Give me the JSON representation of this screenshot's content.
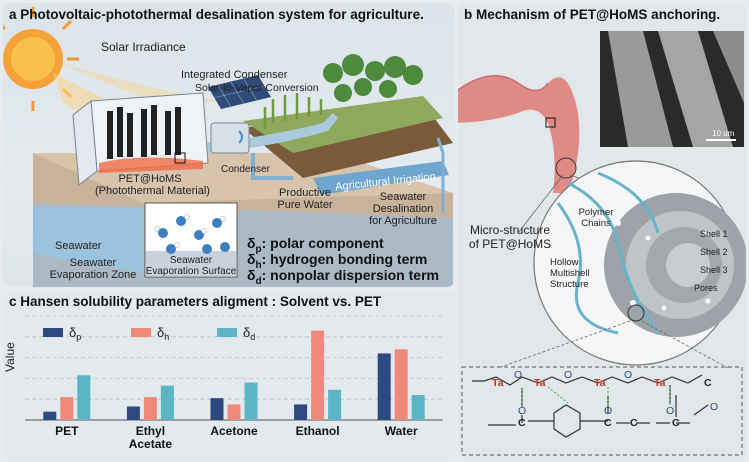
{
  "panel_a": {
    "title": "a Photovoltaic-photothermal desalination system for agriculture.",
    "labels": {
      "solar": "Solar Irradiance",
      "condenser_top": "Integrated Condenser",
      "conversion": "Solar-to-Vapor Conversion",
      "pet_line1": "PET@HoMS",
      "pet_line2": "(Photothermal Material)",
      "condenser": "Condenser",
      "pure_line1": "Productive",
      "pure_line2": "Pure Water",
      "irrigation": "Agricultural Irrigation",
      "desal_line1": "Seawater",
      "desal_line2": "Desalination",
      "desal_line3": "for Agriculture",
      "seawater": "Seawater",
      "zone_line1": "Seawater",
      "zone_line2": "Evaporation Zone",
      "surface_line1": "Seawater",
      "surface_line2": "Evaporation Surface"
    },
    "legend": [
      {
        "symbol": "δ",
        "sub": "p",
        "text": ": polar component"
      },
      {
        "symbol": "δ",
        "sub": "h",
        "text": ": hydrogen bonding term"
      },
      {
        "symbol": "δ",
        "sub": "d",
        "text": ": nonpolar dispersion term"
      }
    ]
  },
  "panel_b": {
    "title": "b Mechanism of PET@HoMS anchoring.",
    "scale_bar": "10 um",
    "micro_line1": "Micro-structure",
    "micro_line2": "of PET@HoMS",
    "labels": {
      "polymer_line1": "Polymer",
      "polymer_line2": "Chains",
      "hollow_line1": "Hollow",
      "hollow_line2": "Multishell",
      "hollow_line3": "Structure",
      "shell1": "Shell 1",
      "shell2": "Shell 2",
      "shell3": "Shell 3",
      "pores": "Pores"
    },
    "chem": {
      "ta": "Ta",
      "o": "O",
      "c": "C"
    }
  },
  "chart_data": {
    "type": "bar",
    "title": "c Hansen solubility parameters aligment : Solvent vs. PET",
    "ylabel": "Value",
    "categories": [
      "PET",
      "Ethyl Acetate",
      "Acetone",
      "Ethanol",
      "Water"
    ],
    "category_lines": [
      [
        "PET"
      ],
      [
        "Ethyl",
        "Acetate"
      ],
      [
        "Acetone"
      ],
      [
        "Ethanol"
      ],
      [
        "Water"
      ]
    ],
    "ylim": [
      0,
      10
    ],
    "series": [
      {
        "name": "δp",
        "sym": "δ",
        "sub": "p",
        "color": "#2c4a80",
        "values": [
          0.8,
          1.3,
          2.1,
          1.5,
          6.4
        ]
      },
      {
        "name": "δh",
        "sym": "δ",
        "sub": "h",
        "color": "#ef8a7a",
        "values": [
          2.2,
          2.2,
          1.5,
          8.6,
          6.8
        ]
      },
      {
        "name": "δd",
        "sym": "δ",
        "sub": "d",
        "color": "#5bb5c5",
        "values": [
          4.3,
          3.3,
          3.6,
          2.9,
          2.4
        ]
      }
    ],
    "grid": true
  }
}
